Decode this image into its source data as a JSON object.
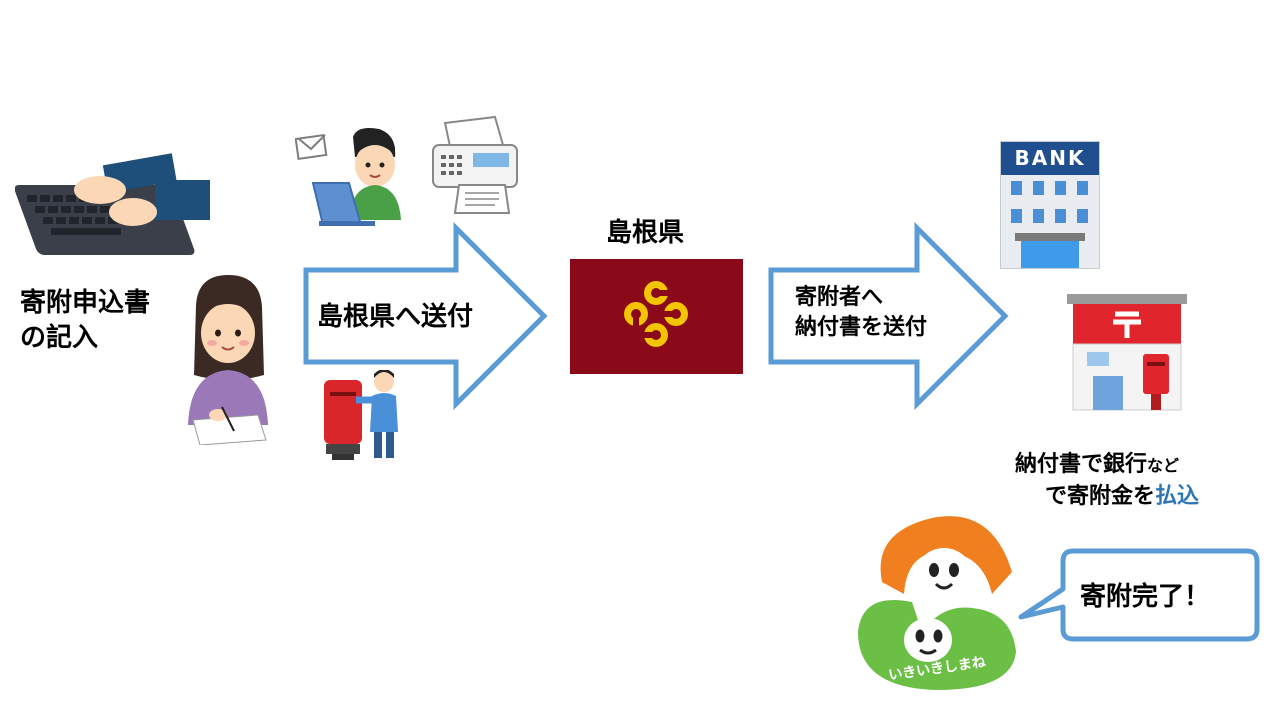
{
  "step1": {
    "label_line1": "寄附申込書",
    "label_line2": "の記入"
  },
  "arrow1": {
    "label": "島根県へ送付"
  },
  "prefecture": {
    "title": "島根県",
    "flag_color": "#8b0a1a",
    "emblem_color": "#f2c500"
  },
  "arrow2": {
    "label_line1": "寄附者へ",
    "label_line2": "納付書を送付"
  },
  "bank": {
    "sign": "BANK"
  },
  "payment": {
    "line1_main": "納付書で銀行",
    "line1_small": "など",
    "line2_main": "で寄附金を",
    "line2_highlight": "払込"
  },
  "mascot": {
    "logo_text": "いきいきしまね"
  },
  "speech": {
    "text": "寄附完了！"
  },
  "colors": {
    "arrow_stroke": "#5b9bd5",
    "highlight_text": "#2e75b6",
    "mascot_orange": "#f0801f",
    "mascot_green": "#6cbf45"
  }
}
